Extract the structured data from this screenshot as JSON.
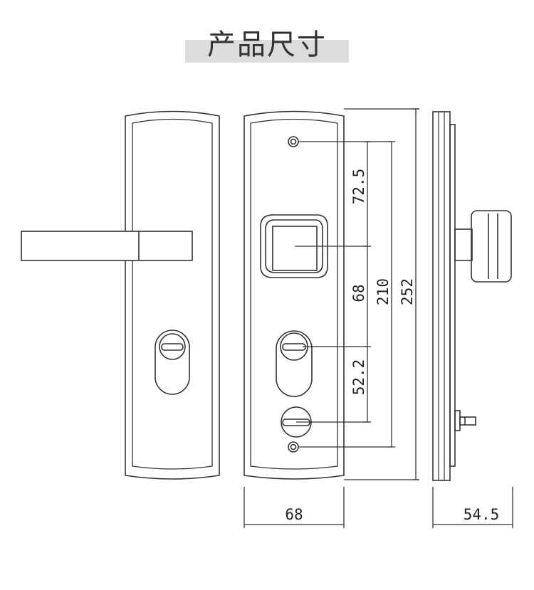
{
  "title": "产品尺寸",
  "colors": {
    "line": "#333333",
    "title_band": "#dcdcdc",
    "text": "#222222"
  },
  "dimensions": {
    "top_to_cylinder": "72.5",
    "cylinder_to_upper_lock": "68",
    "hole_to_hole": "210",
    "total_height": "252",
    "plate_width": "68",
    "side_depth": "54.5"
  }
}
